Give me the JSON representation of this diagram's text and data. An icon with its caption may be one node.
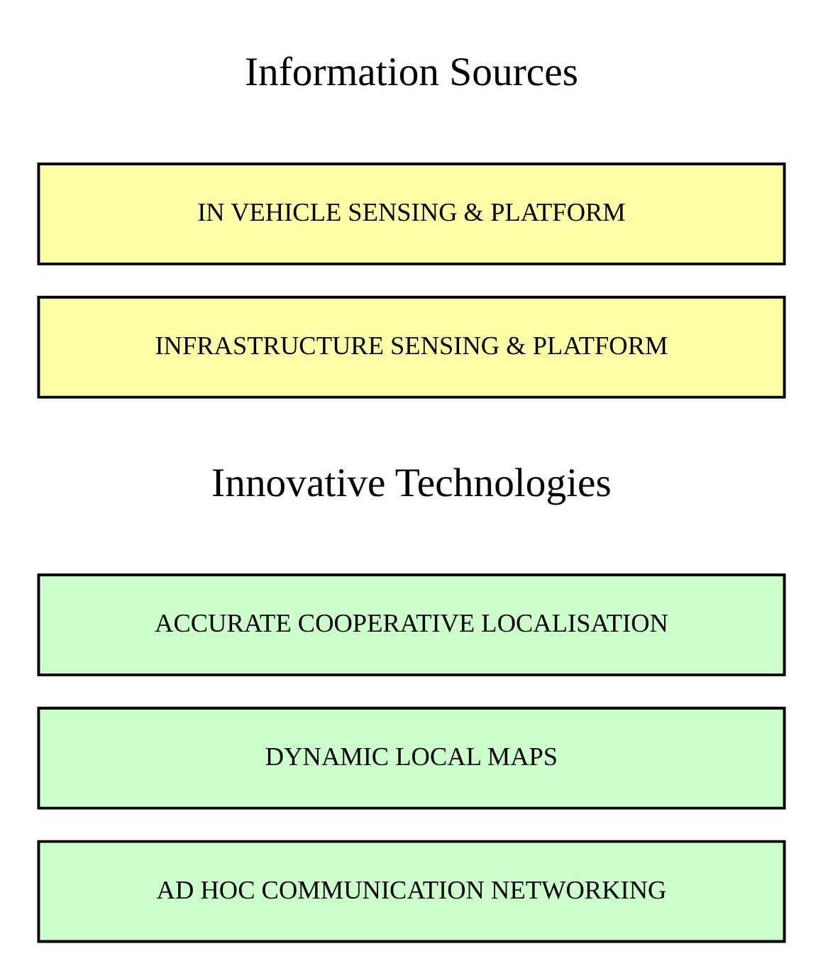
{
  "diagram": {
    "nodes": [
      {
        "text": [
          "IN VEHICLE SENSING & PLATFORM"
        ]
      },
      {
        "text": [
          "INFRASTRUCTURE SENSING & PLATFORM"
        ]
      },
      {
        "text": [
          "ACCURATE COOPERATIVE LOCALISATION"
        ]
      },
      {
        "text": [
          "DYNAMIC LOCAL MAPS"
        ]
      },
      {
        "text": [
          "AD HOC COMMUNICATION NETWORKING"
        ]
      }
    ],
    "labels": [
      "Information Sources",
      "Innovative Technologies"
    ]
  }
}
